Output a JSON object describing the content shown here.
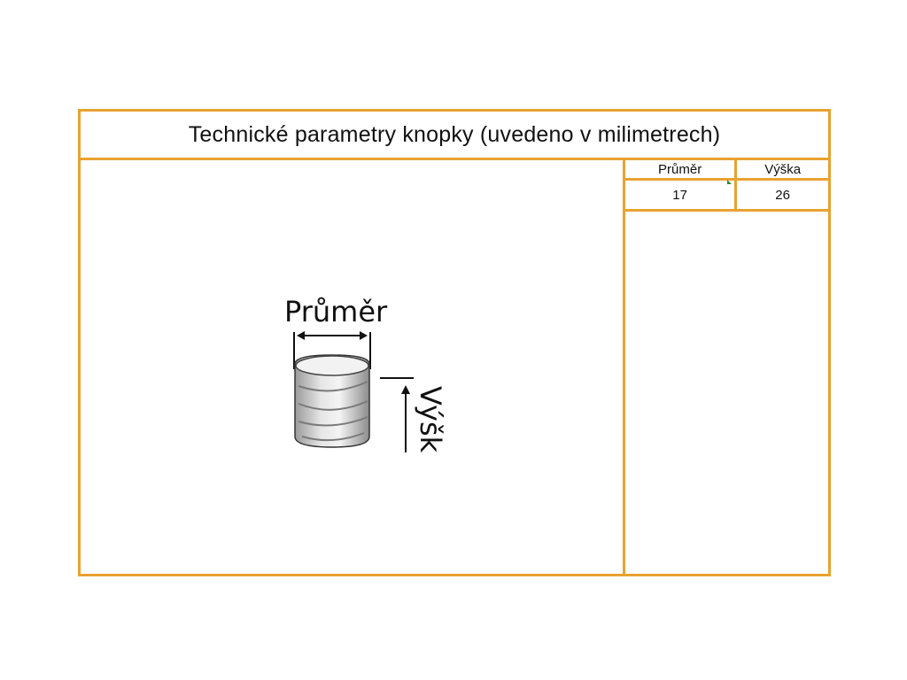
{
  "title": "Technické parametry knopky (uvedeno v milimetrech)",
  "illustration": {
    "diameter_label": "Průměr",
    "height_label": "Výška"
  },
  "table": {
    "headers": [
      "Průměr",
      "Výška"
    ],
    "values": [
      "17",
      "26"
    ]
  },
  "colors": {
    "border": "#e8a230",
    "text": "#111111",
    "cell_marker": "#2e8b2e"
  }
}
